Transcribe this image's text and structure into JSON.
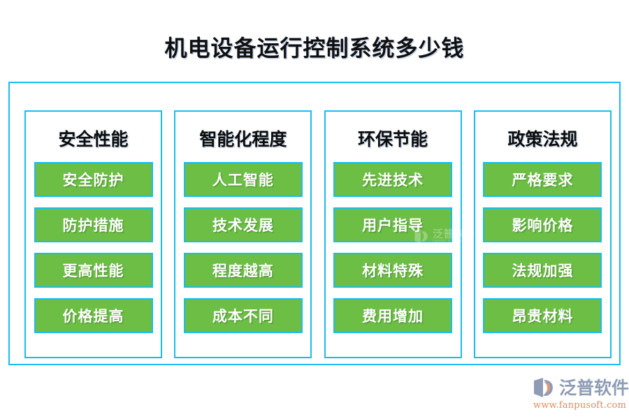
{
  "page": {
    "title": "机电设备运行控制系统多少钱",
    "accent_border": "#17bdf0",
    "item_fill": "#6cbe45",
    "item_text": "#ffffff",
    "title_text": "#101010",
    "background": "#ffffff"
  },
  "columns": [
    {
      "header": "安全性能",
      "items": [
        "安全防护",
        "防护措施",
        "更高性能",
        "价格提高"
      ]
    },
    {
      "header": "智能化程度",
      "items": [
        "人工智能",
        "技术发展",
        "程度越高",
        "成本不同"
      ]
    },
    {
      "header": "环保节能",
      "items": [
        "先进技术",
        "用户指导",
        "材料特殊",
        "费用增加"
      ]
    },
    {
      "header": "政策法规",
      "items": [
        "严格要求",
        "影响价格",
        "法规加强",
        "昂贵材料"
      ]
    }
  ],
  "watermark": {
    "cn": "泛普软件",
    "en": "FANPU SOFTWARE"
  },
  "logo": {
    "name_cn": "泛普软件",
    "url": "www.fanpusoft.com",
    "mark_color": "#8e9cb5",
    "mark_accent": "#e6967a",
    "url_color": "#e08a5a"
  }
}
